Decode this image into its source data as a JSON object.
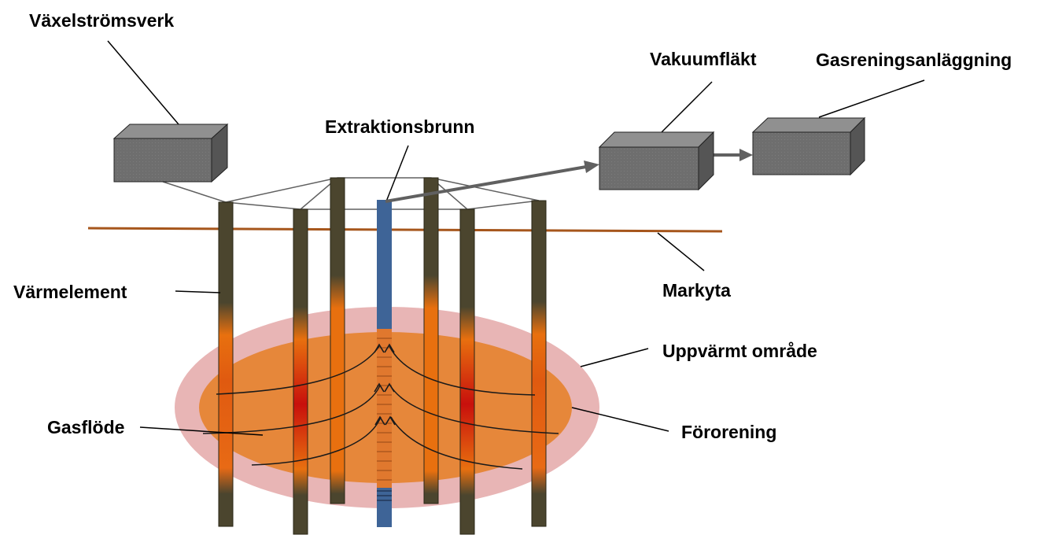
{
  "labels": {
    "power_unit": "Växelströmsverk",
    "vacuum_fan": "Vakuumfläkt",
    "gas_treatment": "Gasreningsanläggning",
    "extraction_well": "Extraktionsbrunn",
    "heating_element": "Värmelement",
    "ground_surface": "Markyta",
    "heated_zone": "Uppvärmt område",
    "gas_flow": "Gasflöde",
    "contamination": "Förorening"
  },
  "colors": {
    "box_fill": "#6e6e6e",
    "box_top": "#909090",
    "box_side": "#555555",
    "heater_rod": "#4b452e",
    "heater_hot": "#e8700f",
    "heater_core": "#c8100c",
    "extraction_well": "#3e6497",
    "ground_line": "#a6561c",
    "heated_zone": "#e8b5b5",
    "contamination": "#e6873a",
    "flow_line": "#1a1a1a",
    "arrow": "#606060"
  },
  "icons": {
    "boxes": "3d-box",
    "flow_arrows": "chevron-up-icon"
  }
}
